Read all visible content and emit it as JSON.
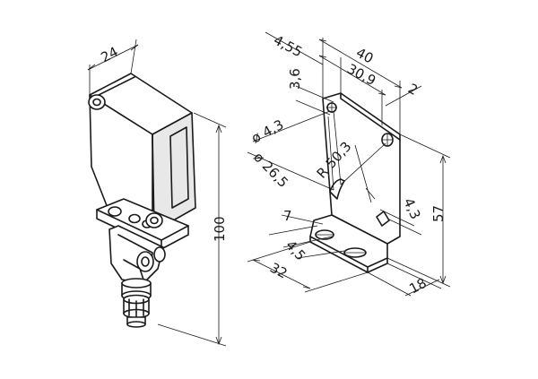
{
  "sensor_view": {
    "dims": {
      "width": "24",
      "height": "100"
    }
  },
  "bracket_view": {
    "dims": {
      "offset_top": "4,55",
      "width_top": "40",
      "hole_dist": "30,9",
      "thickness": "2",
      "hole_offset": "3,6",
      "hole_dia": "ø 4,3",
      "circle_dia": "ø 26,5",
      "radius": "R 50,3",
      "slot_width": "4,3",
      "height_total": "57",
      "depth_base": "18",
      "base_offset": "7",
      "slot_small": "4,5",
      "base_length": "32"
    }
  }
}
